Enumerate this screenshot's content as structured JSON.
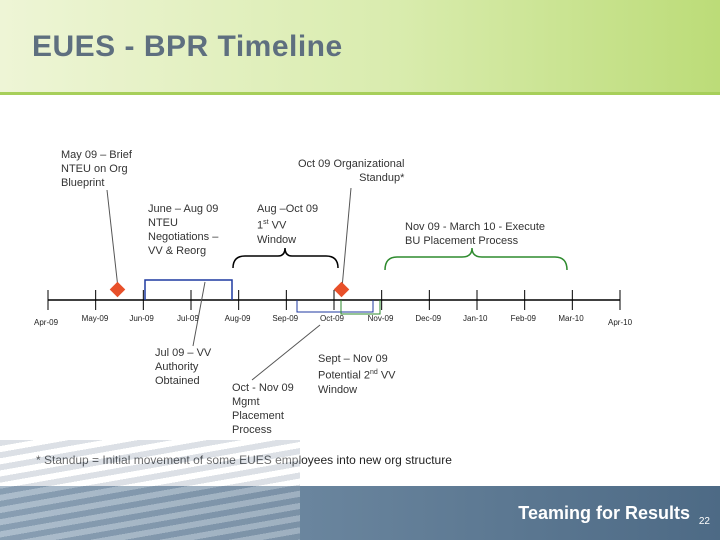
{
  "slide": {
    "title": "EUES - BPR Timeline",
    "footer_slogan": "Teaming for Results",
    "page_number": "22",
    "footnote": "* Standup = Initial movement of some EUES employees into new org structure"
  },
  "timeline": {
    "ticks": [
      "Apr-09",
      "May-09",
      "Jun-09",
      "Jul-09",
      "Aug-09",
      "Sep-09",
      "Oct-09",
      "Nov-09",
      "Dec-09",
      "Jan-10",
      "Feb-09",
      "Mar-10",
      "Apr-10"
    ],
    "annotations": {
      "may09": "May 09 – Brief\nNTEU on Org\nBlueprint",
      "oct09_standup": "Oct 09 Organizational\nStandup*",
      "june_aug": "June – Aug 09\nNTEU\nNegotiations –\nVV & Reorg",
      "aug_oct_prefix": "Aug –Oct 09\n1",
      "aug_oct_sup": "st",
      "aug_oct_suffix": " VV\nWindow",
      "nov_mar": "Nov 09 - March 10 - Execute\nBU Placement Process",
      "jul09": "Jul 09 – VV\nAuthority\nObtained",
      "oct_nov": "Oct - Nov 09\nMgmt\nPlacement\nProcess",
      "sept_nov_prefix": "Sept – Nov 09\nPotential 2",
      "sept_nov_sup": "nd",
      "sept_nov_suffix": " VV\nWindow"
    },
    "colors": {
      "line": "#000000",
      "blue": "#1f3aa0",
      "green": "#2e8b2e",
      "marker": "#e8502a"
    }
  }
}
